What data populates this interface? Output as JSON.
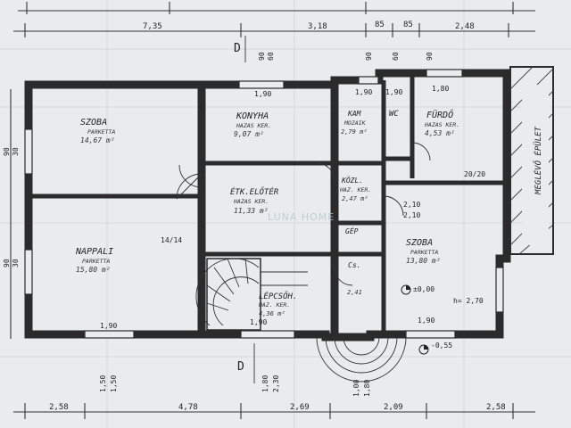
{
  "plan": {
    "top_dimensions": [
      "7,35",
      "3,18",
      "85",
      "85",
      "2,48"
    ],
    "top_mini": [
      "90",
      "60",
      "90",
      "60",
      "90"
    ],
    "bottom_dimensions": [
      "2,58",
      "4,78",
      "2,69",
      "2,09",
      "2,58"
    ],
    "left_dims": [
      "90",
      "30",
      "90",
      "30"
    ],
    "vertical_small": [
      "1,50",
      "1,50",
      "1,80",
      "2,30",
      "1,00",
      "1,80"
    ],
    "rooms": [
      {
        "id": "szoba1",
        "name": "SZOBA",
        "sub": "PARKETTA",
        "area": "14,67 m²"
      },
      {
        "id": "konyha",
        "name": "KONYHA",
        "sub": "HAZAS KER.",
        "area": "9,07 m²"
      },
      {
        "id": "kamra",
        "name": "KAM",
        "sub": "MOZAIK",
        "area": "2,79 m²"
      },
      {
        "id": "wc",
        "name": "WC",
        "sub": "",
        "area": ""
      },
      {
        "id": "furdo",
        "name": "FÜRDŐ",
        "sub": "HAZAS KER.",
        "area": "4,53 m²"
      },
      {
        "id": "eloter",
        "name": "ÉTK.ELŐTÉR",
        "sub": "HAZAS KER.",
        "area": "11,33 m²"
      },
      {
        "id": "kozl",
        "name": "KÖZL.",
        "sub": "HAZ. KER.",
        "area": "2,47 m²"
      },
      {
        "id": "napali",
        "name": "NAPPALI",
        "sub": "PARKETTA",
        "area": "15,80 m²"
      },
      {
        "id": "szoba2",
        "name": "SZOBA",
        "sub": "PARKETTA",
        "area": "13,80 m²"
      },
      {
        "id": "lepcso",
        "name": "LÉPCSŐH.",
        "sub": "HAZ. KER.",
        "area": "4,36 m²"
      },
      {
        "id": "gkm",
        "name": "GÉP",
        "sub": "",
        "area": "2,41"
      },
      {
        "id": "cs",
        "name": "Cs.",
        "sub": "",
        "area": ""
      }
    ],
    "neighbor_label": "MEGLÉVŐ ÉPÜLET",
    "openings": [
      "1,90",
      "1,90",
      "1,90",
      "1,80",
      "1,90",
      "1,90",
      "1,90",
      "20/20",
      "2,10",
      "14/14",
      "2,10"
    ],
    "spot_levels": [
      "±0,00",
      "-0,55"
    ],
    "ceiling": "h= 2,70",
    "section_marks": [
      "D",
      "D"
    ],
    "watermark": "LUNA HOME"
  }
}
